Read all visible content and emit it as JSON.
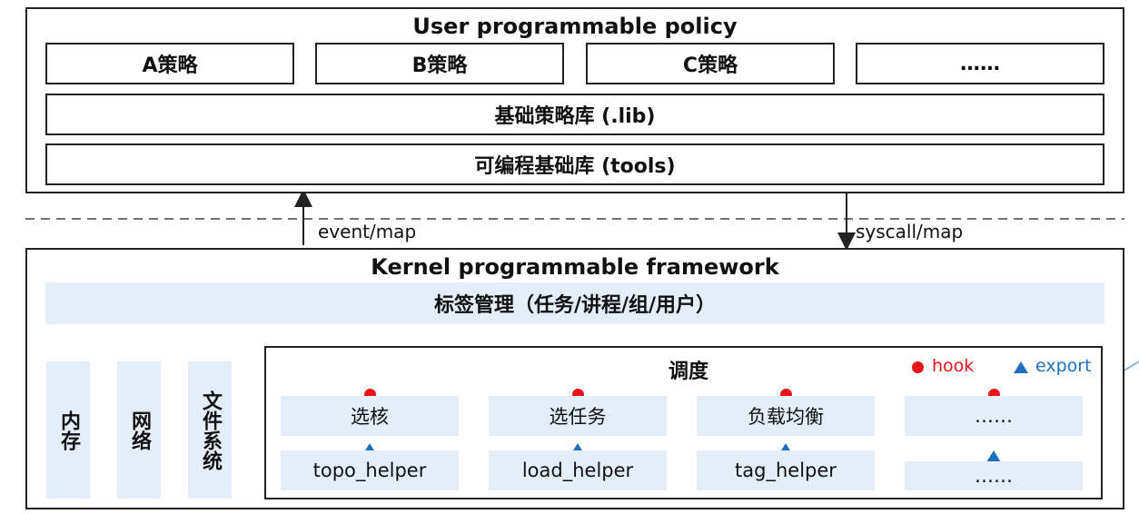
{
  "user_layer": {
    "title": "User programmable policy",
    "policies": [
      "A策略",
      "B策略",
      "C策略",
      "……"
    ],
    "lib": "基础策略库 (.lib)",
    "tools": "可编程基础库 (tools)"
  },
  "connectors": {
    "up_label": "event/map",
    "down_label": "syscall/map"
  },
  "kernel_layer": {
    "title": "Kernel programmable framework",
    "tag_mgmt": "标签管理（任务/讲程/组/用户）",
    "subsystems": [
      "内存",
      "网络",
      "文件系统"
    ],
    "schedule": {
      "title": "调度",
      "legend": {
        "hook": "hook",
        "export": "export"
      },
      "hooks": [
        "选核",
        "选任务",
        "负载均衡",
        "……"
      ],
      "helpers": [
        "topo_helper",
        "load_helper",
        "tag_helper",
        "……"
      ]
    }
  },
  "colors": {
    "hook": "#e8141b",
    "export": "#1e6fc0",
    "panel": "#e3eef9",
    "side_line": "#8fb4d6"
  }
}
